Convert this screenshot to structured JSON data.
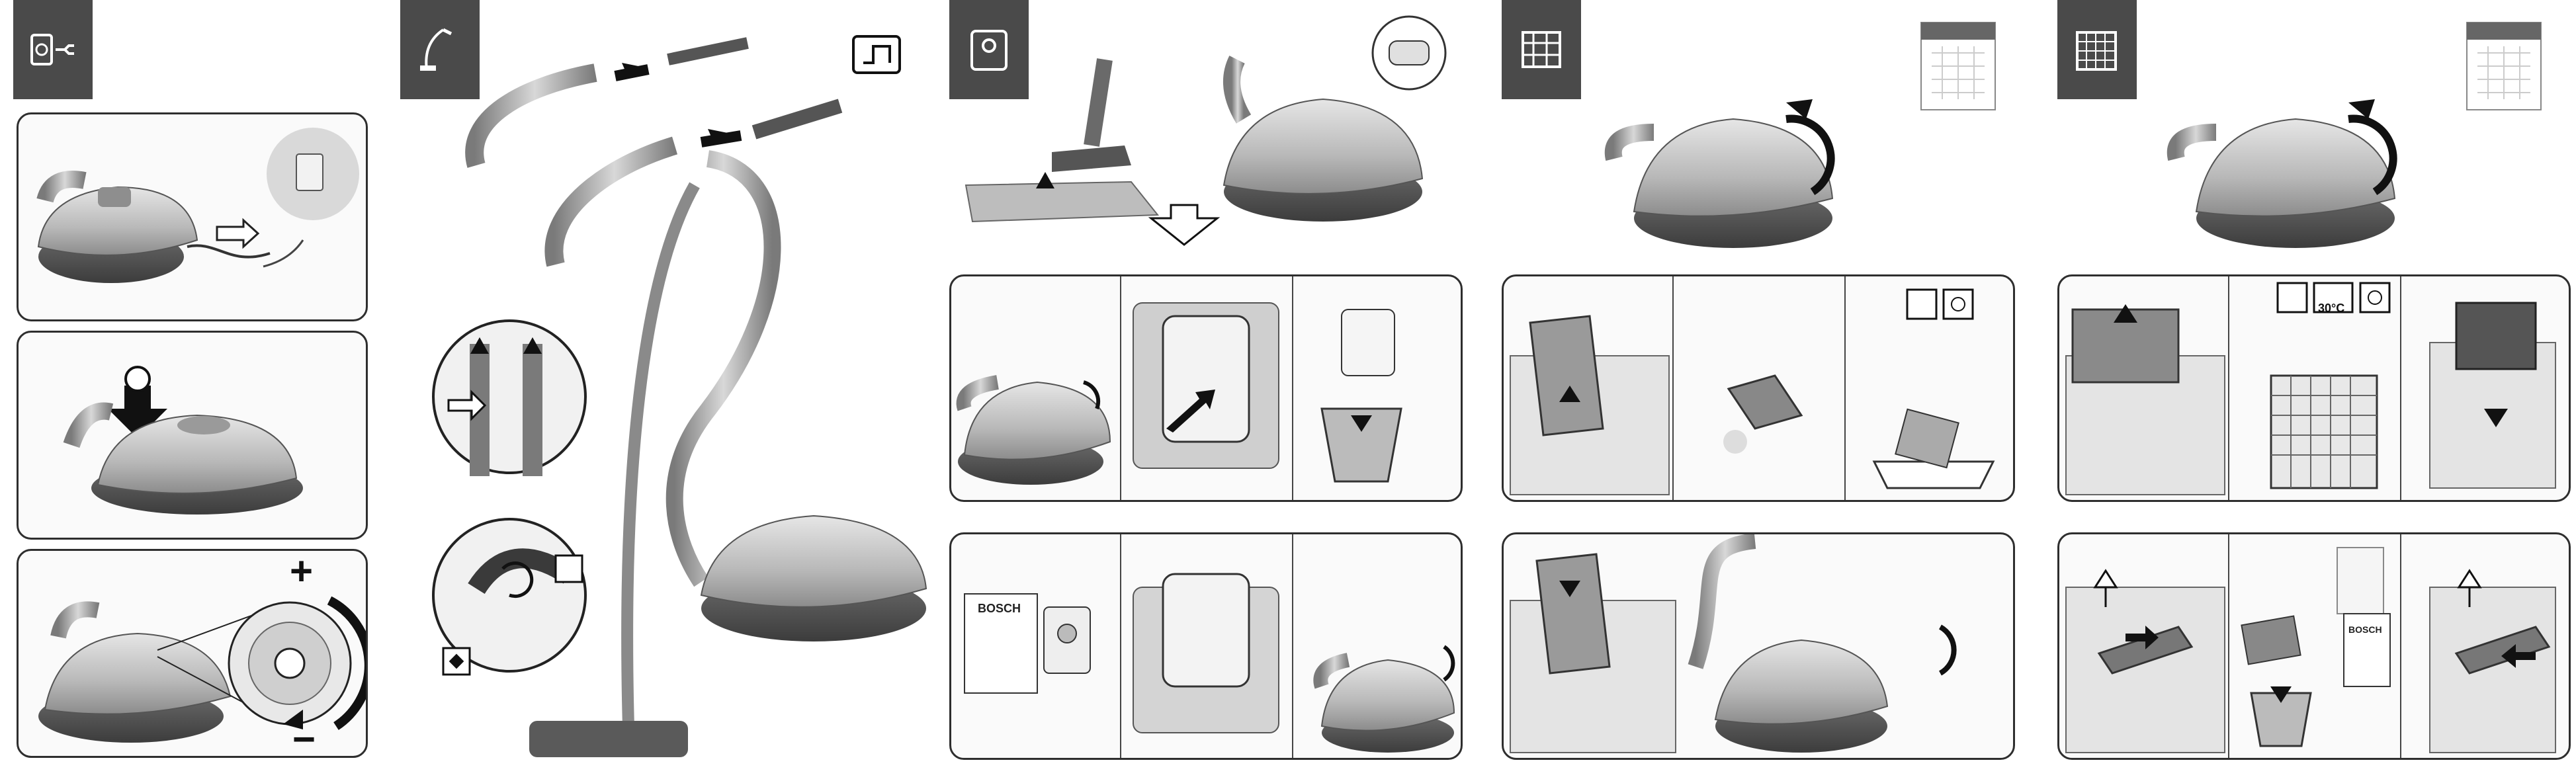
{
  "labels": {
    "bag_brand": "BOSCH",
    "box_brand": "BOSCH",
    "temperature": "30°C",
    "plus_sign": "+",
    "minus_sign": "−"
  },
  "colors": {
    "tab_background": "#4a4a4a",
    "frame_border": "#2e2e2e",
    "appliance_body": "#bdbdbd",
    "appliance_base": "#5c5c5c",
    "arrow": "#111111"
  },
  "icons": {
    "panel1": "plug-socket-icon",
    "panel2": "vacuum-hose-icon",
    "panel3": "dust-bag-icon",
    "panel4": "motor-filter-icon",
    "panel5": "exhaust-filter-icon"
  }
}
